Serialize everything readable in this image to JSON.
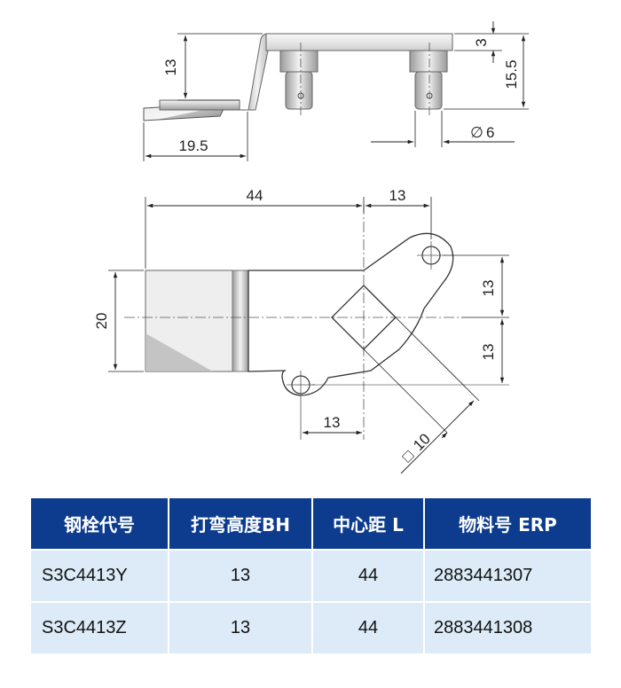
{
  "drawing": {
    "side_view": {
      "dims": [
        "13",
        "19.5",
        "3",
        "15.5",
        "6"
      ],
      "diameter_symbol": "∅"
    },
    "top_view": {
      "dims": [
        "44",
        "13",
        "20",
        "13",
        "13",
        "13",
        "10"
      ],
      "square_symbol": "□"
    }
  },
  "table": {
    "headers": [
      "钢栓代号",
      "打弯高度BH",
      "中心距 L",
      "物料号 ERP"
    ],
    "rows": [
      [
        "S3C4413Y",
        "13",
        "44",
        "2883441307"
      ],
      [
        "S3C4413Z",
        "13",
        "44",
        "2883441308"
      ]
    ],
    "colors": {
      "header_bg": "#0d3c8f",
      "row_bg": "#dcebf7"
    }
  }
}
